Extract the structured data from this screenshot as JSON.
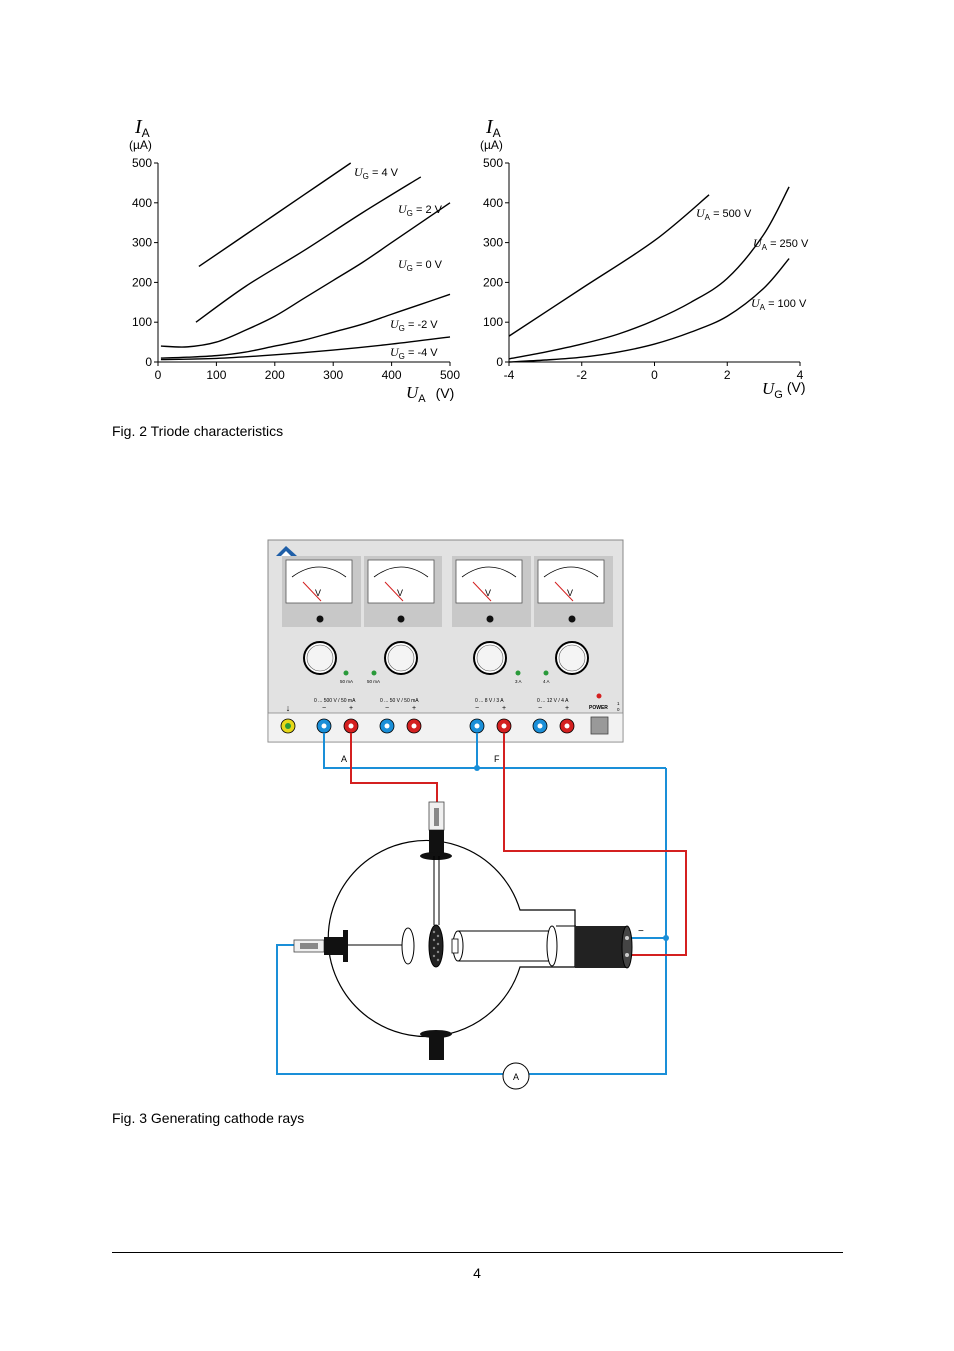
{
  "charts": {
    "left": {
      "y_symbol": "I",
      "y_sub": "A",
      "y_unit": "(µA)",
      "x_symbol": "U",
      "x_sub": "A",
      "x_unit": "(V)",
      "xticks": [
        "0",
        "100",
        "200",
        "300",
        "400",
        "500"
      ],
      "yticks": [
        "0",
        "100",
        "200",
        "300",
        "400",
        "500"
      ]
    },
    "right": {
      "y_symbol": "I",
      "y_sub": "A",
      "y_unit": "(µA)",
      "x_symbol": "U",
      "x_sub": "G",
      "x_unit": "(V)",
      "xticks": [
        "-4",
        "-2",
        "0",
        "2",
        "4"
      ],
      "yticks": [
        "0",
        "100",
        "200",
        "300",
        "400",
        "500"
      ]
    }
  },
  "chart_data": [
    {
      "type": "line",
      "xlim": [
        0,
        500
      ],
      "ylim": [
        0,
        500
      ],
      "grid": false,
      "series": [
        {
          "name": "U_G = 4 V",
          "label_prefix": "U",
          "label_sub": "G",
          "label_value": " = 4 V",
          "x": [
            70,
            150,
            250,
            330
          ],
          "y": [
            240,
            320,
            420,
            500
          ]
        },
        {
          "name": "U_G = 2 V",
          "label_prefix": "U",
          "label_sub": "G",
          "label_value": " = 2 V",
          "x": [
            65,
            150,
            250,
            350,
            450
          ],
          "y": [
            100,
            190,
            280,
            375,
            465
          ]
        },
        {
          "name": "U_G = 0 V",
          "label_prefix": "U",
          "label_sub": "G",
          "label_value": " = 0 V",
          "x": [
            5,
            50,
            100,
            150,
            200,
            250,
            300,
            350,
            400,
            450,
            500
          ],
          "y": [
            40,
            38,
            50,
            80,
            115,
            160,
            205,
            250,
            300,
            350,
            400
          ]
        },
        {
          "name": "U_G = -2 V",
          "label_prefix": "U",
          "label_sub": "G",
          "label_value": " = -2 V",
          "x": [
            5,
            50,
            100,
            150,
            200,
            250,
            300,
            350,
            400,
            450,
            500
          ],
          "y": [
            10,
            12,
            16,
            25,
            40,
            55,
            75,
            95,
            120,
            145,
            170
          ]
        },
        {
          "name": "U_G = -4 V",
          "label_prefix": "U",
          "label_sub": "G",
          "label_value": " = -4 V",
          "x": [
            5,
            100,
            200,
            300,
            400,
            500
          ],
          "y": [
            6,
            9,
            18,
            30,
            45,
            63
          ]
        }
      ]
    },
    {
      "type": "line",
      "xlim": [
        -4,
        4
      ],
      "ylim": [
        0,
        500
      ],
      "grid": false,
      "series": [
        {
          "name": "U_A = 500 V",
          "label_prefix": "U",
          "label_sub": "A",
          "label_value": " = 500 V",
          "x": [
            -4,
            -2,
            0,
            1.5
          ],
          "y": [
            65,
            185,
            305,
            420
          ]
        },
        {
          "name": "U_A = 250 V",
          "label_prefix": "U",
          "label_sub": "A",
          "label_value": " = 250 V",
          "x": [
            -4,
            -3,
            -2,
            -1,
            0,
            1,
            2,
            3,
            3.7
          ],
          "y": [
            8,
            25,
            45,
            70,
            105,
            150,
            210,
            320,
            440
          ]
        },
        {
          "name": "U_A = 100 V",
          "label_prefix": "U",
          "label_sub": "A",
          "label_value": " = 100 V",
          "x": [
            -4,
            -3,
            -2,
            -1,
            0,
            1,
            2,
            3,
            3.7
          ],
          "y": [
            0,
            5,
            12,
            25,
            45,
            75,
            115,
            185,
            260
          ]
        }
      ]
    }
  ],
  "captions": {
    "fig2": "Fig. 2 Triode characteristics",
    "fig3": "Fig. 3 Generating cathode rays"
  },
  "power_supply": {
    "meter_unit": "V",
    "range_labels": [
      "0 ... 500 V / 50 mA",
      "0 ... 50 V / 50 mA",
      "0 ... 8 V / 3 A",
      "0 ... 12 V / 4 A"
    ],
    "led_labels": [
      "50 mA",
      "50 mA",
      "3 A",
      "4 A"
    ],
    "power_label": "POWER",
    "power_states": [
      "1",
      "0"
    ],
    "ground_symbol": "↓",
    "minus": "−",
    "plus": "+"
  },
  "diagram": {
    "label_a": "A",
    "label_f": "F",
    "ammeter": "A",
    "minus": "−",
    "colors": {
      "blue": "#1a8fd8",
      "red": "#d42020",
      "panel": "#dcdcdc"
    }
  },
  "page_number": "4"
}
